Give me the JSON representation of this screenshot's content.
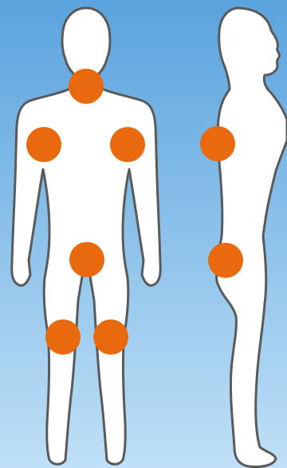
{
  "colors": {
    "background_top": "#5aa3de",
    "background_bottom": "#bfe0f6",
    "body_fill": "#ffffff",
    "body_outline": "#5a5a5a",
    "marker": "#e8690e"
  },
  "figures": [
    {
      "view": "front",
      "markers": [
        "neck",
        "left-shoulder",
        "right-shoulder",
        "groin",
        "left-knee",
        "right-knee"
      ]
    },
    {
      "view": "side",
      "markers": [
        "shoulder",
        "hip"
      ]
    }
  ]
}
